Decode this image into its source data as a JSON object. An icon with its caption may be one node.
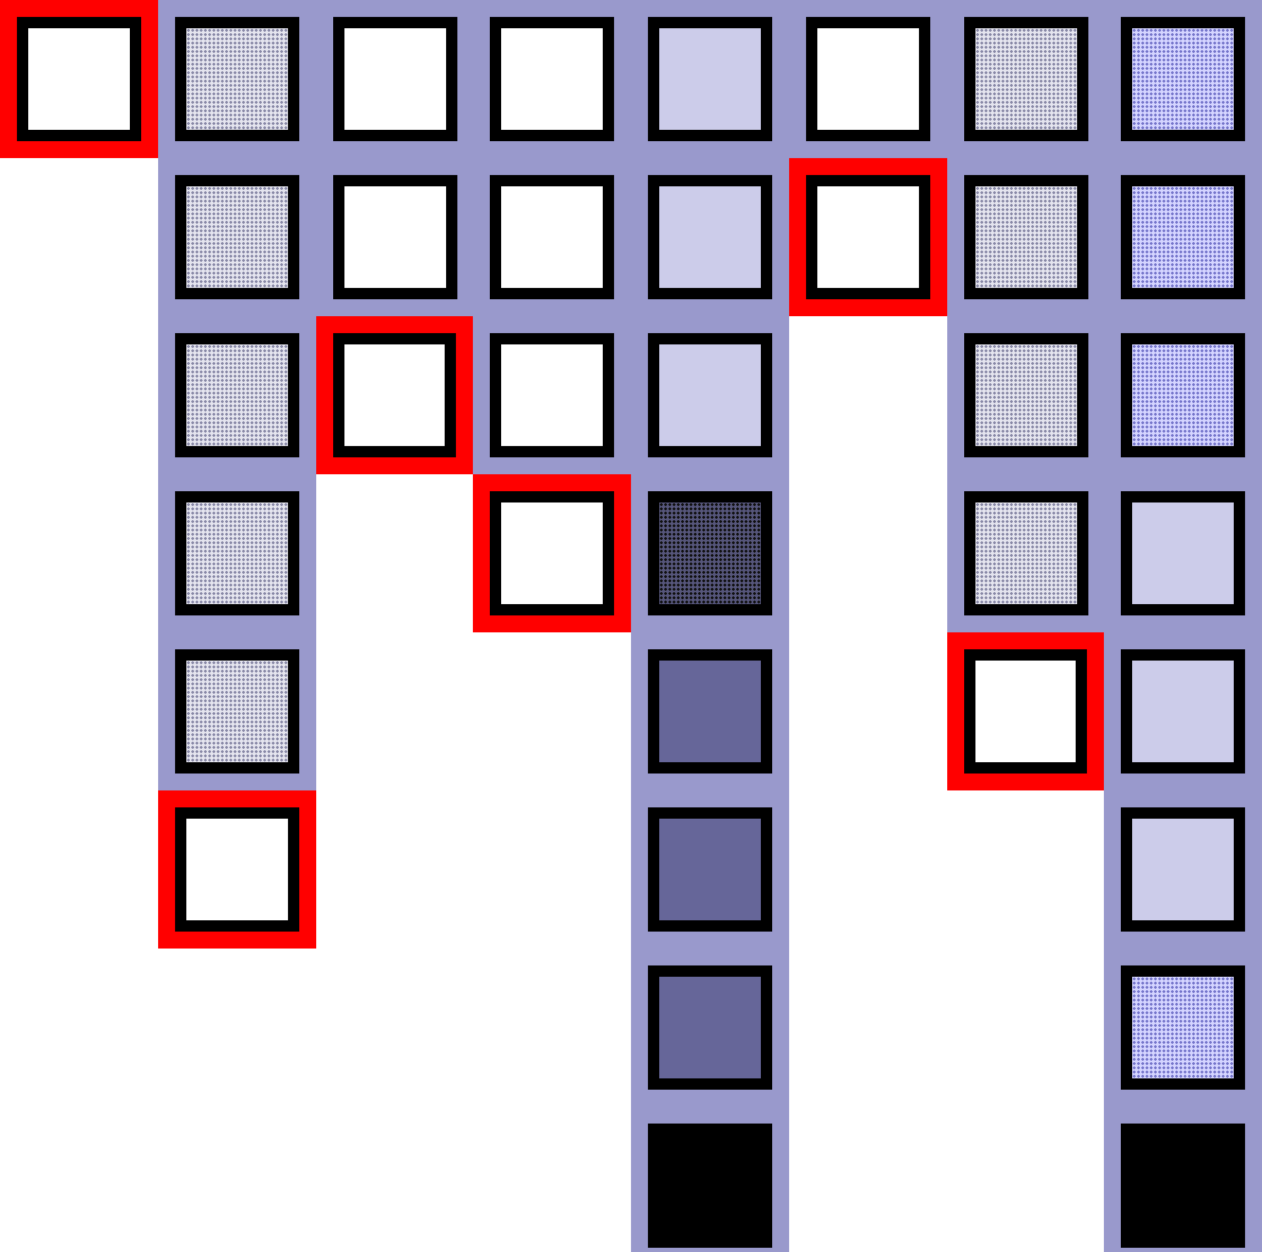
{
  "diagram": {
    "nodes": [
      {
        "text": [],
        "shape": "box"
      },
      {
        "text": [],
        "shape": "box"
      },
      {
        "text": [],
        "shape": "box"
      },
      {
        "text": [],
        "shape": "box"
      },
      {
        "text": [],
        "shape": "box"
      },
      {
        "text": [],
        "shape": "box"
      },
      {
        "text": [],
        "shape": "box"
      },
      {
        "text": [],
        "shape": "box"
      },
      {
        "text": [],
        "shape": "box"
      },
      {
        "text": [],
        "shape": "box"
      },
      {
        "text": [],
        "shape": "box"
      },
      {
        "text": [],
        "shape": "box"
      },
      {
        "text": [],
        "shape": "box"
      },
      {
        "text": [],
        "shape": "box"
      },
      {
        "text": [],
        "shape": "box"
      },
      {
        "text": [],
        "shape": "box"
      },
      {
        "text": [],
        "shape": "box"
      },
      {
        "text": [],
        "shape": "box"
      },
      {
        "text": [],
        "shape": "box"
      },
      {
        "text": [],
        "shape": "box"
      },
      {
        "text": [],
        "shape": "box"
      },
      {
        "text": [],
        "shape": "box"
      },
      {
        "text": [],
        "shape": "box"
      },
      {
        "text": [],
        "shape": "box"
      },
      {
        "text": [],
        "shape": "box"
      },
      {
        "text": [],
        "shape": "box"
      },
      {
        "text": [],
        "shape": "box"
      },
      {
        "text": [],
        "shape": "box"
      },
      {
        "text": [],
        "shape": "box"
      },
      {
        "text": [],
        "shape": "box"
      },
      {
        "text": [],
        "shape": "box"
      },
      {
        "text": [],
        "shape": "box"
      },
      {
        "text": [],
        "shape": "box"
      },
      {
        "text": [],
        "shape": "box"
      },
      {
        "text": [],
        "shape": "box"
      },
      {
        "text": [],
        "shape": "box"
      },
      {
        "text": [],
        "shape": "box"
      }
    ]
  }
}
